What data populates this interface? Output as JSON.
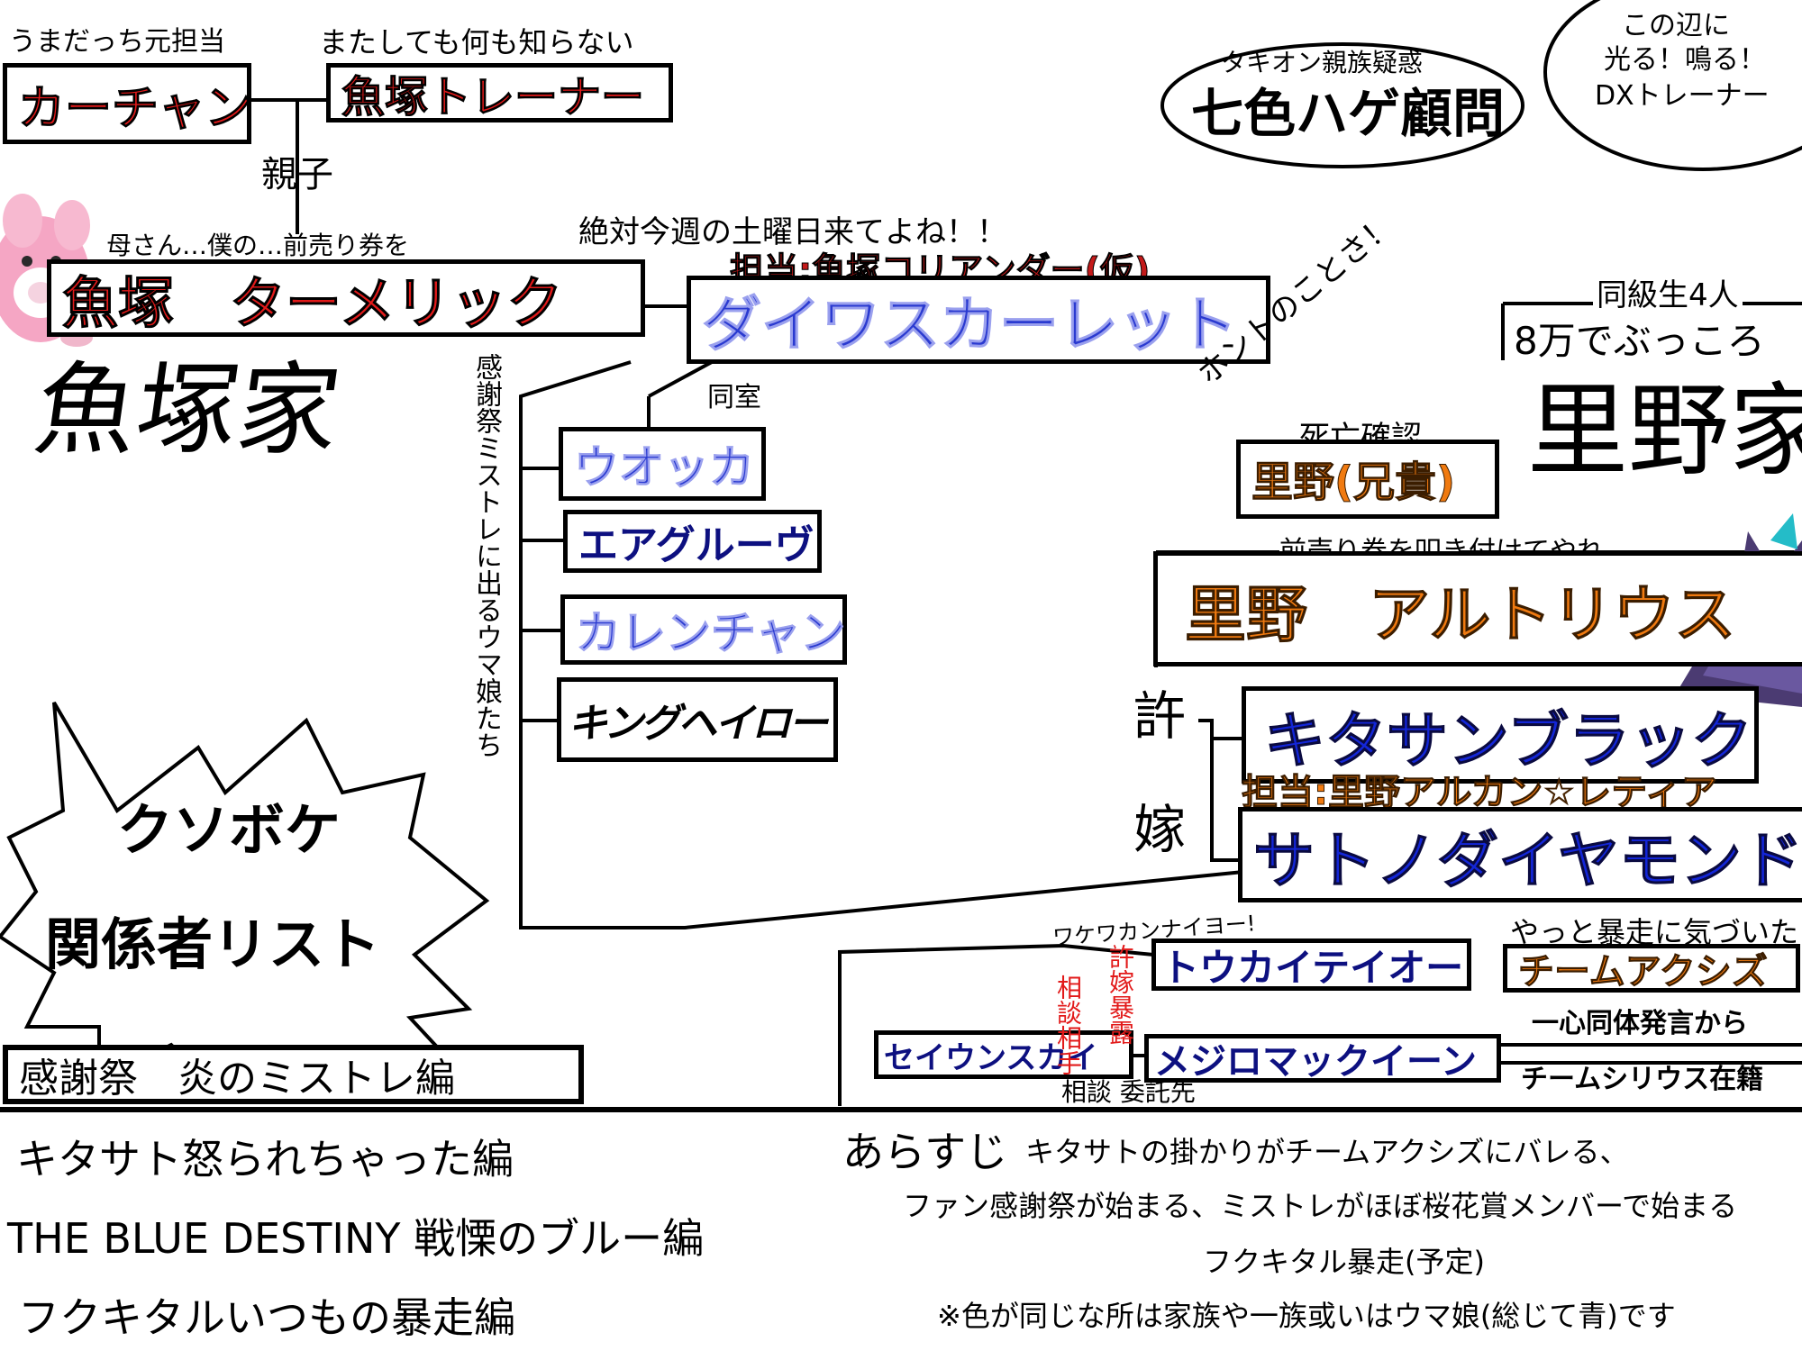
{
  "top": {
    "kachan_caption": "うまだっち元担当",
    "kachan": "カーチャン",
    "uotsuka_trainer_caption": "またしても何も知らない",
    "uotsuka_trainer": "魚塚トレーナー",
    "oyako": "親子",
    "nanairo_caption": "タキオン親族疑惑",
    "nanairo": "七色ハゲ顧問",
    "dx_bubble": [
      "この辺に",
      "光る！鳴る！",
      "DXトレーナー"
    ]
  },
  "uotsuka": {
    "turmeric_caption": "母さん…僕の…前売り券を",
    "turmeric": "魚塚　ターメリック",
    "family_title": "魚塚家",
    "daiwa_caption": "絶対今週の土曜日来てよね！！",
    "daiwa_sub": "担当:魚塚コリアンダー(仮)",
    "daiwa": "ダイワスカーレット",
    "doshitsu": "同室",
    "vodka": "ウオッカ",
    "air_groove": "エアグルーヴ",
    "curren": "カレンチャン",
    "king": "キングヘイロー",
    "vertical_note": "感謝祭ミストレに出るウマ娘たち"
  },
  "satono": {
    "dokyusei": "同級生4人",
    "bukkoro": "8万でぶっころ",
    "honto": "ホントのことさ！",
    "shibo_caption": "死亡確認",
    "aniki": "里野(兄貴)",
    "family_title": "里野家",
    "artorius_caption": "前売り券を叩き付けてやれ",
    "artorius": "里野　アルトリウス",
    "iinazuke": [
      "許",
      "嫁"
    ],
    "kitasan": "キタサンブラック",
    "kitasan_sub": "担当:里野アルカン☆レティア",
    "satono_diamond": "サトノダイヤモンド"
  },
  "bottom_right": {
    "wakewakan": "ワケワカンナイヨー!",
    "tokai": "トウカイテイオー",
    "axis_caption": "やっと暴走に気づいた",
    "axis": "チームアクシズ",
    "isshin": "一心同体発言から",
    "seiun": "セイウンスカイ",
    "mcqueen": "メジロマックイーン",
    "sirius": "チームシリウス在籍",
    "soudan_a": "相談相手",
    "iinazuke_bouso": "許嫁暴露",
    "soudan_b": "相談 委託先"
  },
  "burst": [
    "クソボケ",
    "関係者リスト"
  ],
  "arc_box": "感謝祭　炎のミストレ編",
  "arcs": [
    "キタサト怒られちゃった編",
    "THE BLUE DESTINY 戦慄のブルー編",
    "フクキタルいつもの暴走編"
  ],
  "synopsis": {
    "label": "あらすじ",
    "lines": [
      "キタサトの掛かりがチームアクシズにバレる、",
      "ファン感謝祭が始まる、ミストレがほぼ桜花賞メンバーで始まる",
      "フクキタル暴走(予定)",
      "※色が同じな所は家族や一族或いはウマ娘(総じて青)です"
    ]
  },
  "colors": {
    "uotsuka_red": "#e21a1a",
    "umamusume_blue": "#2a3ad0",
    "satono_orange": "#f07a10",
    "navy": "#0d1080"
  },
  "icons": [
    "pink-blob-mascot-icon",
    "spiky-purple-creature-icon"
  ]
}
